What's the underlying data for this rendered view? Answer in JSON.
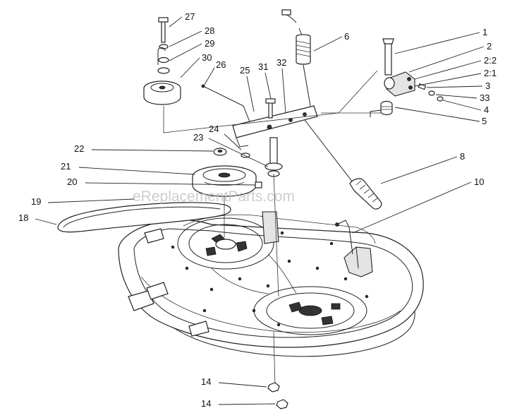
{
  "watermark": "eReplacementParts.com",
  "callouts": [
    {
      "label": "27",
      "name": "part-27"
    },
    {
      "label": "28",
      "name": "part-28"
    },
    {
      "label": "29",
      "name": "part-29"
    },
    {
      "label": "30",
      "name": "part-30"
    },
    {
      "label": "26",
      "name": "part-26"
    },
    {
      "label": "25",
      "name": "part-25"
    },
    {
      "label": "31",
      "name": "part-31"
    },
    {
      "label": "32",
      "name": "part-32"
    },
    {
      "label": "6",
      "name": "part-6"
    },
    {
      "label": "1",
      "name": "part-1"
    },
    {
      "label": "2",
      "name": "part-2"
    },
    {
      "label": "2:2",
      "name": "part-2-2"
    },
    {
      "label": "2:1",
      "name": "part-2-1"
    },
    {
      "label": "3",
      "name": "part-3"
    },
    {
      "label": "33",
      "name": "part-33"
    },
    {
      "label": "4",
      "name": "part-4"
    },
    {
      "label": "5",
      "name": "part-5"
    },
    {
      "label": "24",
      "name": "part-24"
    },
    {
      "label": "23",
      "name": "part-23"
    },
    {
      "label": "22",
      "name": "part-22"
    },
    {
      "label": "8",
      "name": "part-8"
    },
    {
      "label": "21",
      "name": "part-21"
    },
    {
      "label": "20",
      "name": "part-20"
    },
    {
      "label": "10",
      "name": "part-10"
    },
    {
      "label": "19",
      "name": "part-19"
    },
    {
      "label": "18",
      "name": "part-18"
    },
    {
      "label": "14",
      "name": "part-14-upper"
    },
    {
      "label": "14",
      "name": "part-14-lower"
    }
  ]
}
